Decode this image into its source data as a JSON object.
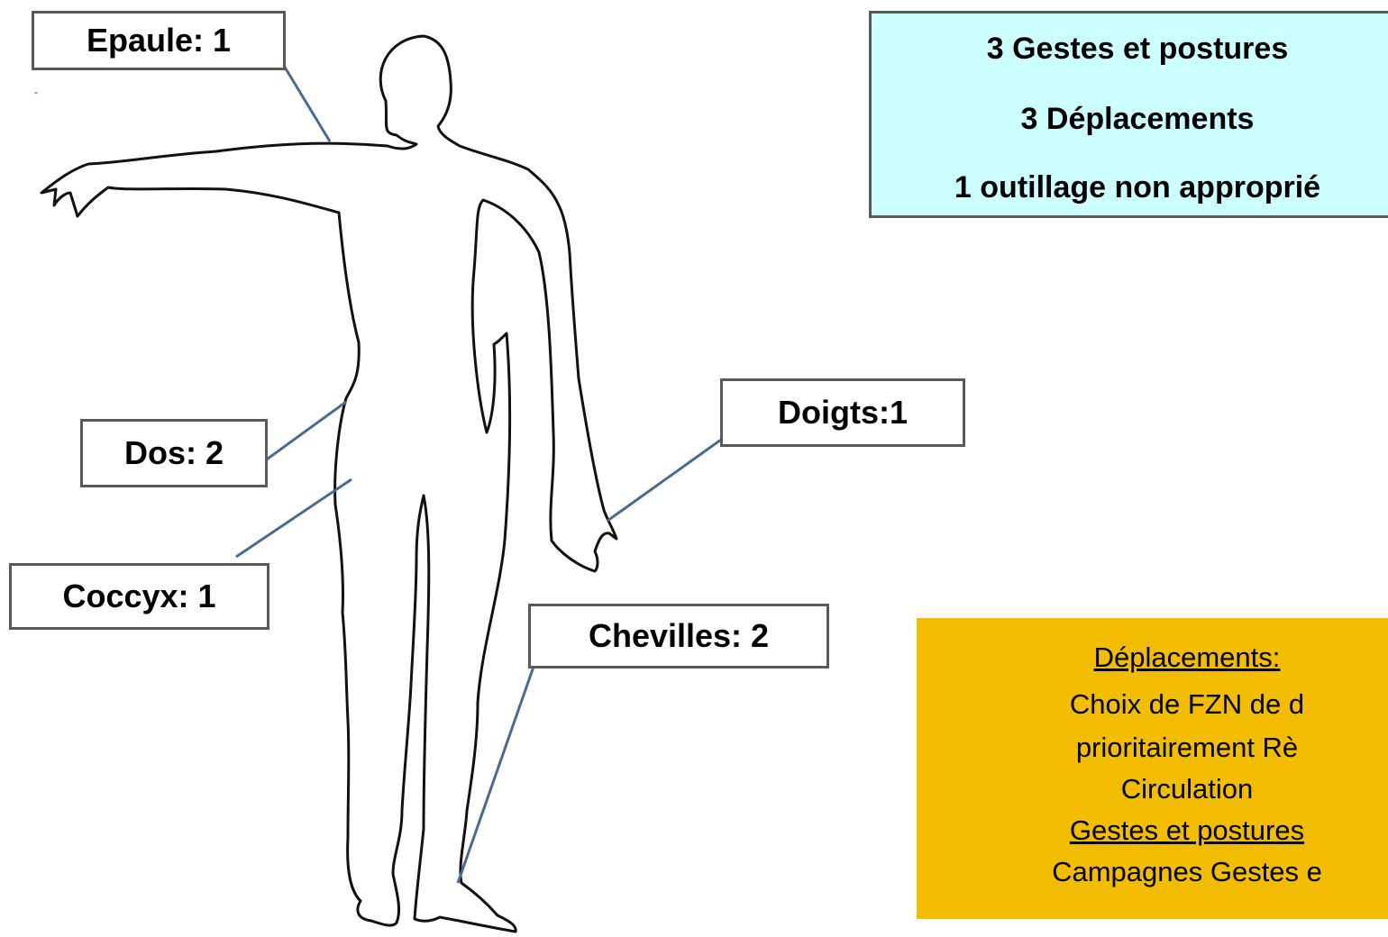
{
  "diagram": {
    "body_labels": [
      {
        "id": "epaule",
        "text": "Epaule: 1"
      },
      {
        "id": "dos",
        "text": "Dos: 2"
      },
      {
        "id": "coccyx",
        "text": "Coccyx: 1"
      },
      {
        "id": "doigts",
        "text": "Doigts:1"
      },
      {
        "id": "chevilles",
        "text": "Chevilles: 2"
      }
    ],
    "summary": [
      "3 Gestes et postures",
      "3 Déplacements",
      "1 outillage non approprié"
    ],
    "actions": {
      "heading_1": "Déplacements:",
      "line_1": "Choix de FZN de d",
      "line_2": "prioritairement Rè",
      "line_3": "Circulation",
      "heading_2": "Gestes et postures",
      "line_4": "Campagnes Gestes e"
    },
    "colors": {
      "summary_bg": "#ccffff",
      "actions_bg": "#f2bd00",
      "leader_line": "#4a6a90",
      "box_border": "#595959"
    }
  }
}
